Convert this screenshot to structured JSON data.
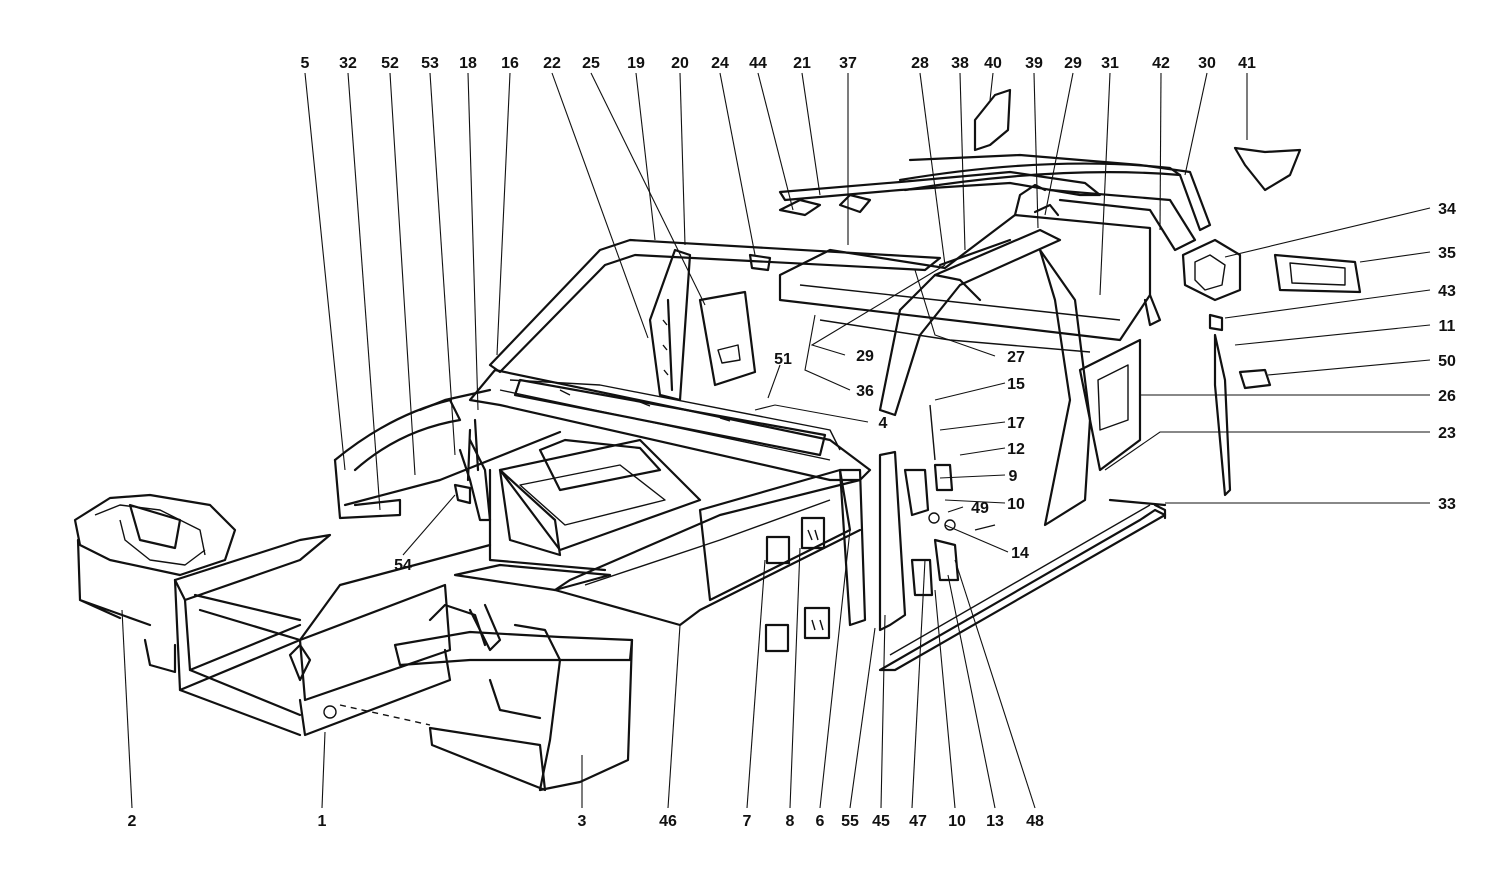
{
  "callouts_top": [
    "5",
    "32",
    "52",
    "53",
    "18",
    "16",
    "22",
    "25",
    "19",
    "20",
    "24",
    "44",
    "21",
    "37",
    "28",
    "38",
    "40",
    "39",
    "29",
    "31",
    "42",
    "30",
    "41"
  ],
  "callouts_right": [
    "34",
    "35",
    "43",
    "11",
    "50",
    "26",
    "23",
    "33"
  ],
  "callouts_mid": [
    "51",
    "4",
    "29",
    "36",
    "27",
    "15",
    "17",
    "12",
    "9",
    "10",
    "49",
    "14"
  ],
  "callouts_bottom": [
    "2",
    "1",
    "3",
    "46",
    "7",
    "8",
    "6",
    "55",
    "45",
    "47",
    "10",
    "13",
    "48"
  ],
  "callouts_left": [
    "54"
  ],
  "colors": {
    "line": "#111111",
    "background": "#ffffff"
  }
}
